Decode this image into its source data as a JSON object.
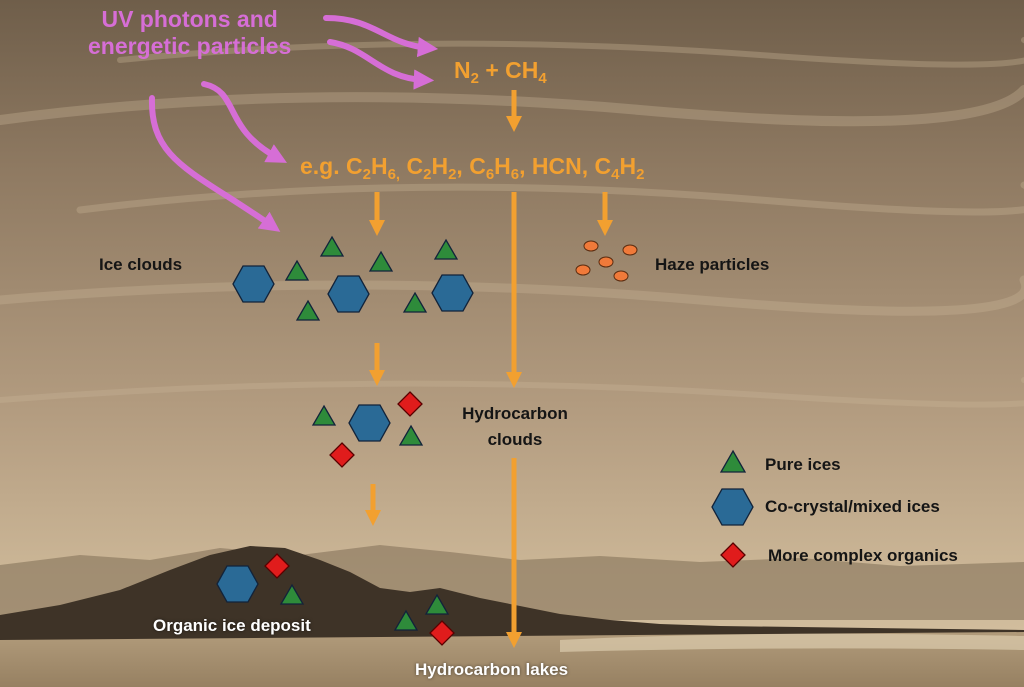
{
  "source_label": {
    "line1": "UV photons and",
    "line2": "energetic particles"
  },
  "species": {
    "reactants": [
      {
        "t": "N"
      },
      {
        "s": "2"
      },
      {
        "t": " + CH"
      },
      {
        "s": "4"
      }
    ],
    "products": [
      {
        "t": "e.g. C"
      },
      {
        "s": "2"
      },
      {
        "t": "H"
      },
      {
        "s": "6,"
      },
      {
        "t": " C"
      },
      {
        "s": "2"
      },
      {
        "t": "H"
      },
      {
        "s": "2"
      },
      {
        "t": ", C"
      },
      {
        "s": "6"
      },
      {
        "t": "H"
      },
      {
        "s": "6"
      },
      {
        "t": ", HCN, C"
      },
      {
        "s": "4"
      },
      {
        "t": "H"
      },
      {
        "s": "2"
      }
    ]
  },
  "labels": {
    "ice_clouds": "Ice clouds",
    "haze_particles": "Haze particles",
    "hydrocarbon_clouds_line1": "Hydrocarbon",
    "hydrocarbon_clouds_line2": "clouds",
    "organic_ice_deposit": "Organic ice deposit",
    "hydrocarbon_lakes": "Hydrocarbon lakes"
  },
  "legend": {
    "pure_ices": "Pure ices",
    "mixed_ices": "Co-crystal/mixed ices",
    "complex_organics": "More complex organics"
  },
  "colors": {
    "uv_arrow": "#d66ed6",
    "flow_arrow": "#f2a030",
    "pure_ice": "#2e8b3a",
    "mixed_ice": "#2a6a96",
    "organic": "#e01c1c",
    "haze": "#f07a3a"
  }
}
